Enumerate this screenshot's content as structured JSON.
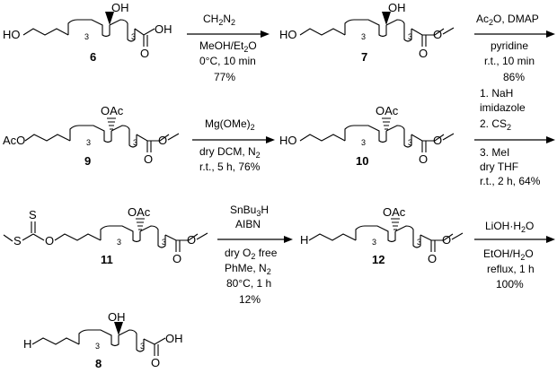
{
  "compounds": {
    "c6": {
      "number": "6"
    },
    "c7": {
      "number": "7"
    },
    "c9": {
      "number": "9"
    },
    "c10": {
      "number": "10"
    },
    "c11": {
      "number": "11"
    },
    "c12": {
      "number": "12"
    },
    "c8": {
      "number": "8"
    }
  },
  "atom_labels": {
    "oh": "OH",
    "ho": "HO",
    "o": "O",
    "oac": "OAc",
    "aco": "AcO",
    "s": "S",
    "h": "H",
    "three": "3"
  },
  "steps": [
    {
      "above": [
        "CH2N2"
      ],
      "below": [
        "MeOH/Et2O",
        "0°C, 10 min",
        "77%"
      ]
    },
    {
      "above": [
        "Ac2O, DMAP"
      ],
      "below": [
        "pyridine",
        "r.t., 10 min",
        "86%"
      ]
    },
    {
      "above": [
        "Mg(OMe)2"
      ],
      "below": [
        "dry DCM, N2",
        "r.t., 5 h, 76%"
      ]
    },
    {
      "above": [
        "1. NaH",
        "imidazole",
        "2. CS2"
      ],
      "below": [
        "3. MeI",
        "dry THF",
        "r.t., 2 h, 64%"
      ]
    },
    {
      "above": [
        "SnBu3H",
        "AIBN"
      ],
      "below": [
        "dry O2 free",
        "PhMe, N2",
        "80°C, 1 h",
        "12%"
      ]
    },
    {
      "above": [
        "LiOH·H2O"
      ],
      "below": [
        "EtOH/H2O",
        "reflux, 1 h",
        "100%"
      ]
    }
  ]
}
